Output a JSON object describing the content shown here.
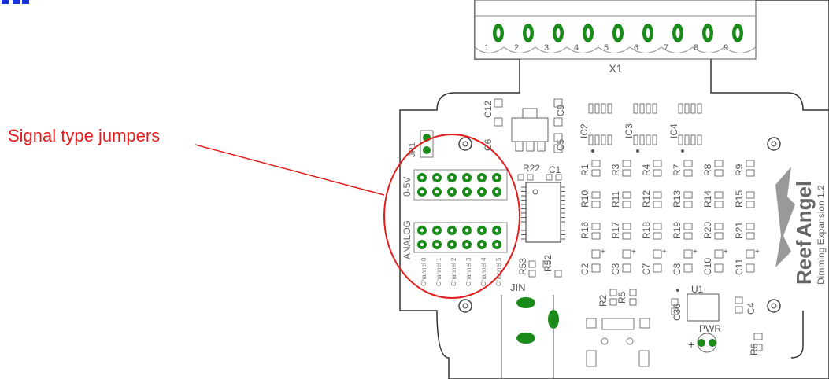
{
  "callout": {
    "label": "Signal type jumpers",
    "color": "#e11d1d"
  },
  "colors": {
    "board_outline": "#333333",
    "pad_green": "#1a8a1a",
    "silk_gray": "#7a7a7a",
    "callout_red": "#e11d1d",
    "top_fragment_blue": "#1a33d6"
  },
  "connector": {
    "name": "X1",
    "pins": [
      "1",
      "2",
      "3",
      "4",
      "5",
      "6",
      "7",
      "8",
      "9"
    ]
  },
  "board": {
    "title": "Dimming Expansion 1.2",
    "logo": "Reef Angel",
    "logo_words": [
      "Reef",
      "Angel"
    ]
  },
  "jumper_blocks": {
    "upper_label": "0-5V",
    "lower_label": "ANALOG",
    "channels": [
      "Channel 0",
      "Channel 1",
      "Channel 2",
      "Channel 3",
      "Channel 4",
      "Channel 5"
    ],
    "jp_label": "JP1"
  },
  "components": {
    "ics": [
      "IC2",
      "IC3",
      "IC4"
    ],
    "caps_top": [
      "C12",
      "C9",
      "C6",
      "C5"
    ],
    "r22": "R22",
    "c1": "C1",
    "resistor_rows": [
      [
        "R1",
        "R3",
        "R4",
        "R7",
        "R8",
        "R9"
      ],
      [
        "R10",
        "R11",
        "R12",
        "R13",
        "R14",
        "R15"
      ],
      [
        "R16",
        "R17",
        "R18",
        "R19",
        "R20",
        "R21"
      ]
    ],
    "cap_row": [
      "C2",
      "C3",
      "C7",
      "C8",
      "C10",
      "C11"
    ],
    "lower_left": [
      "R53",
      "R52"
    ],
    "jin": "JIN",
    "r2": "R2",
    "r5": "R5",
    "u1": "U1",
    "c36": "C36",
    "c4": "C4",
    "pwr": "PWR",
    "plus": "+",
    "r6": "R6"
  }
}
